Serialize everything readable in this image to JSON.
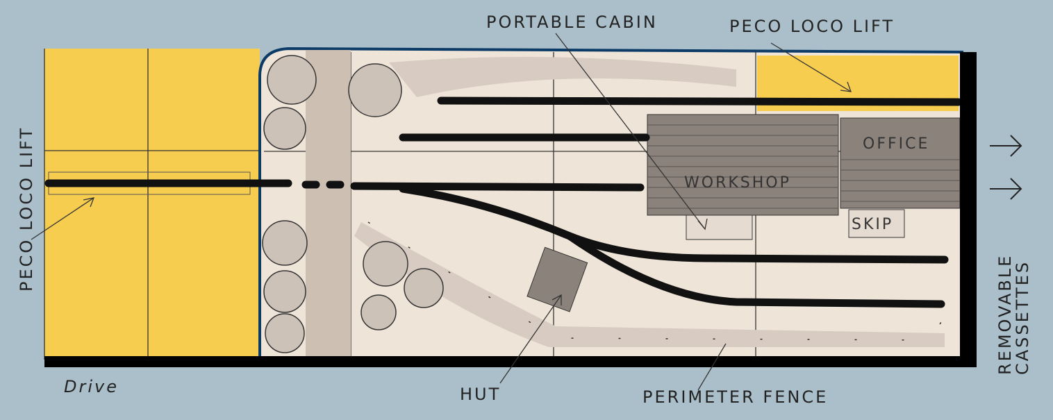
{
  "title": "Model railway layout plan",
  "labels": {
    "portable_cabin": "PORTABLE CABIN",
    "peco_loco_lift_top": "PECO LOCO LIFT",
    "peco_loco_lift_left": "PECO LOCO LIFT",
    "office": "OFFICE",
    "workshop": "WORKSHOP",
    "skip": "SKIP",
    "removable_cassettes_1": "REMOVABLE",
    "removable_cassettes_2": "CASSETTES",
    "drive": "Drive",
    "hut": "HUT",
    "perimeter_fence": "PERIMETER FENCE"
  },
  "colors": {
    "background": "#aabfca",
    "loco_lift": "#f7cd4f",
    "ground": "#efe4d8",
    "building": "#7a716b"
  }
}
